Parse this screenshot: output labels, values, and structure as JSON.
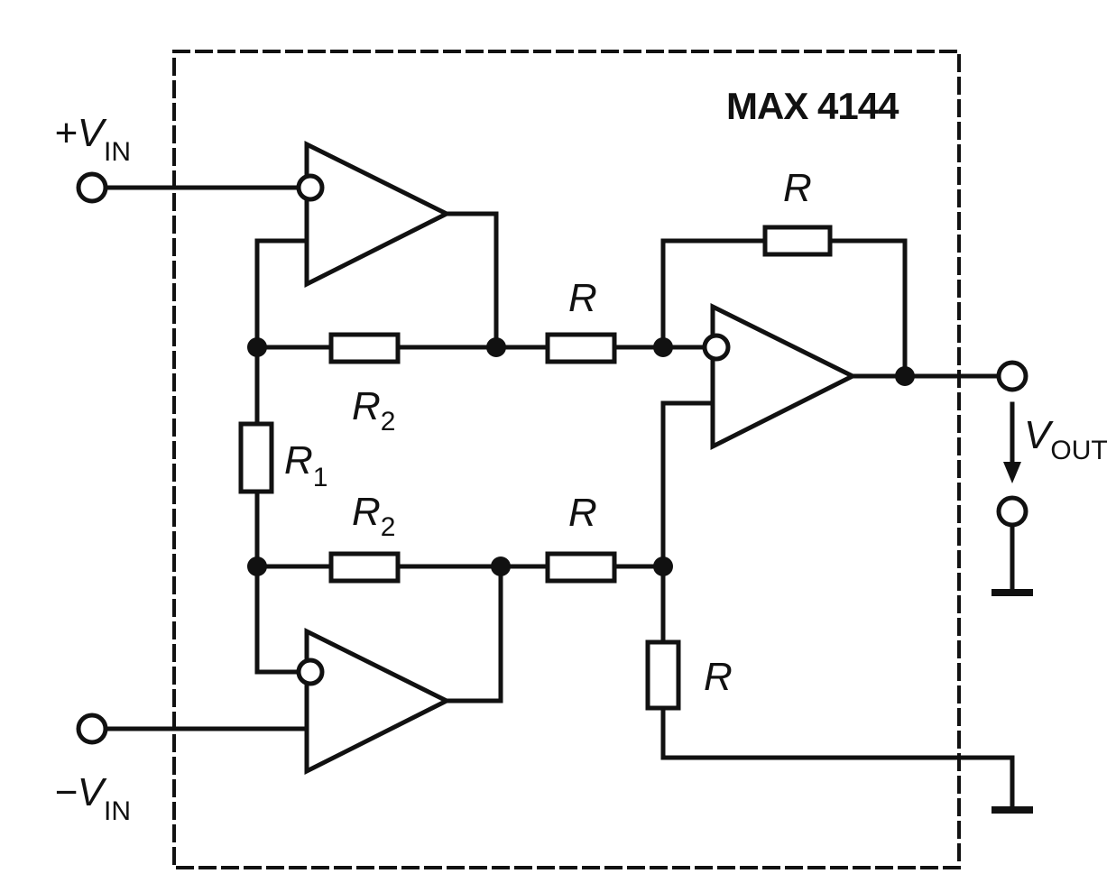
{
  "chip_label": "MAX 4144",
  "inputs": {
    "plus": {
      "sign": "+V",
      "sub": "IN"
    },
    "minus": {
      "sign": "−V",
      "sub": "IN"
    }
  },
  "output": {
    "main": "V",
    "sub": "OUT"
  },
  "resistors": {
    "r1": {
      "main": "R",
      "sub": "1"
    },
    "r2_top": {
      "main": "R",
      "sub": "2"
    },
    "r2_bottom": {
      "main": "R",
      "sub": "2"
    },
    "r_top": "R",
    "r_bottom": "R",
    "r_feedback": "R",
    "r_ground": "R"
  },
  "colors": {
    "ink": "#111111",
    "background": "#ffffff"
  }
}
